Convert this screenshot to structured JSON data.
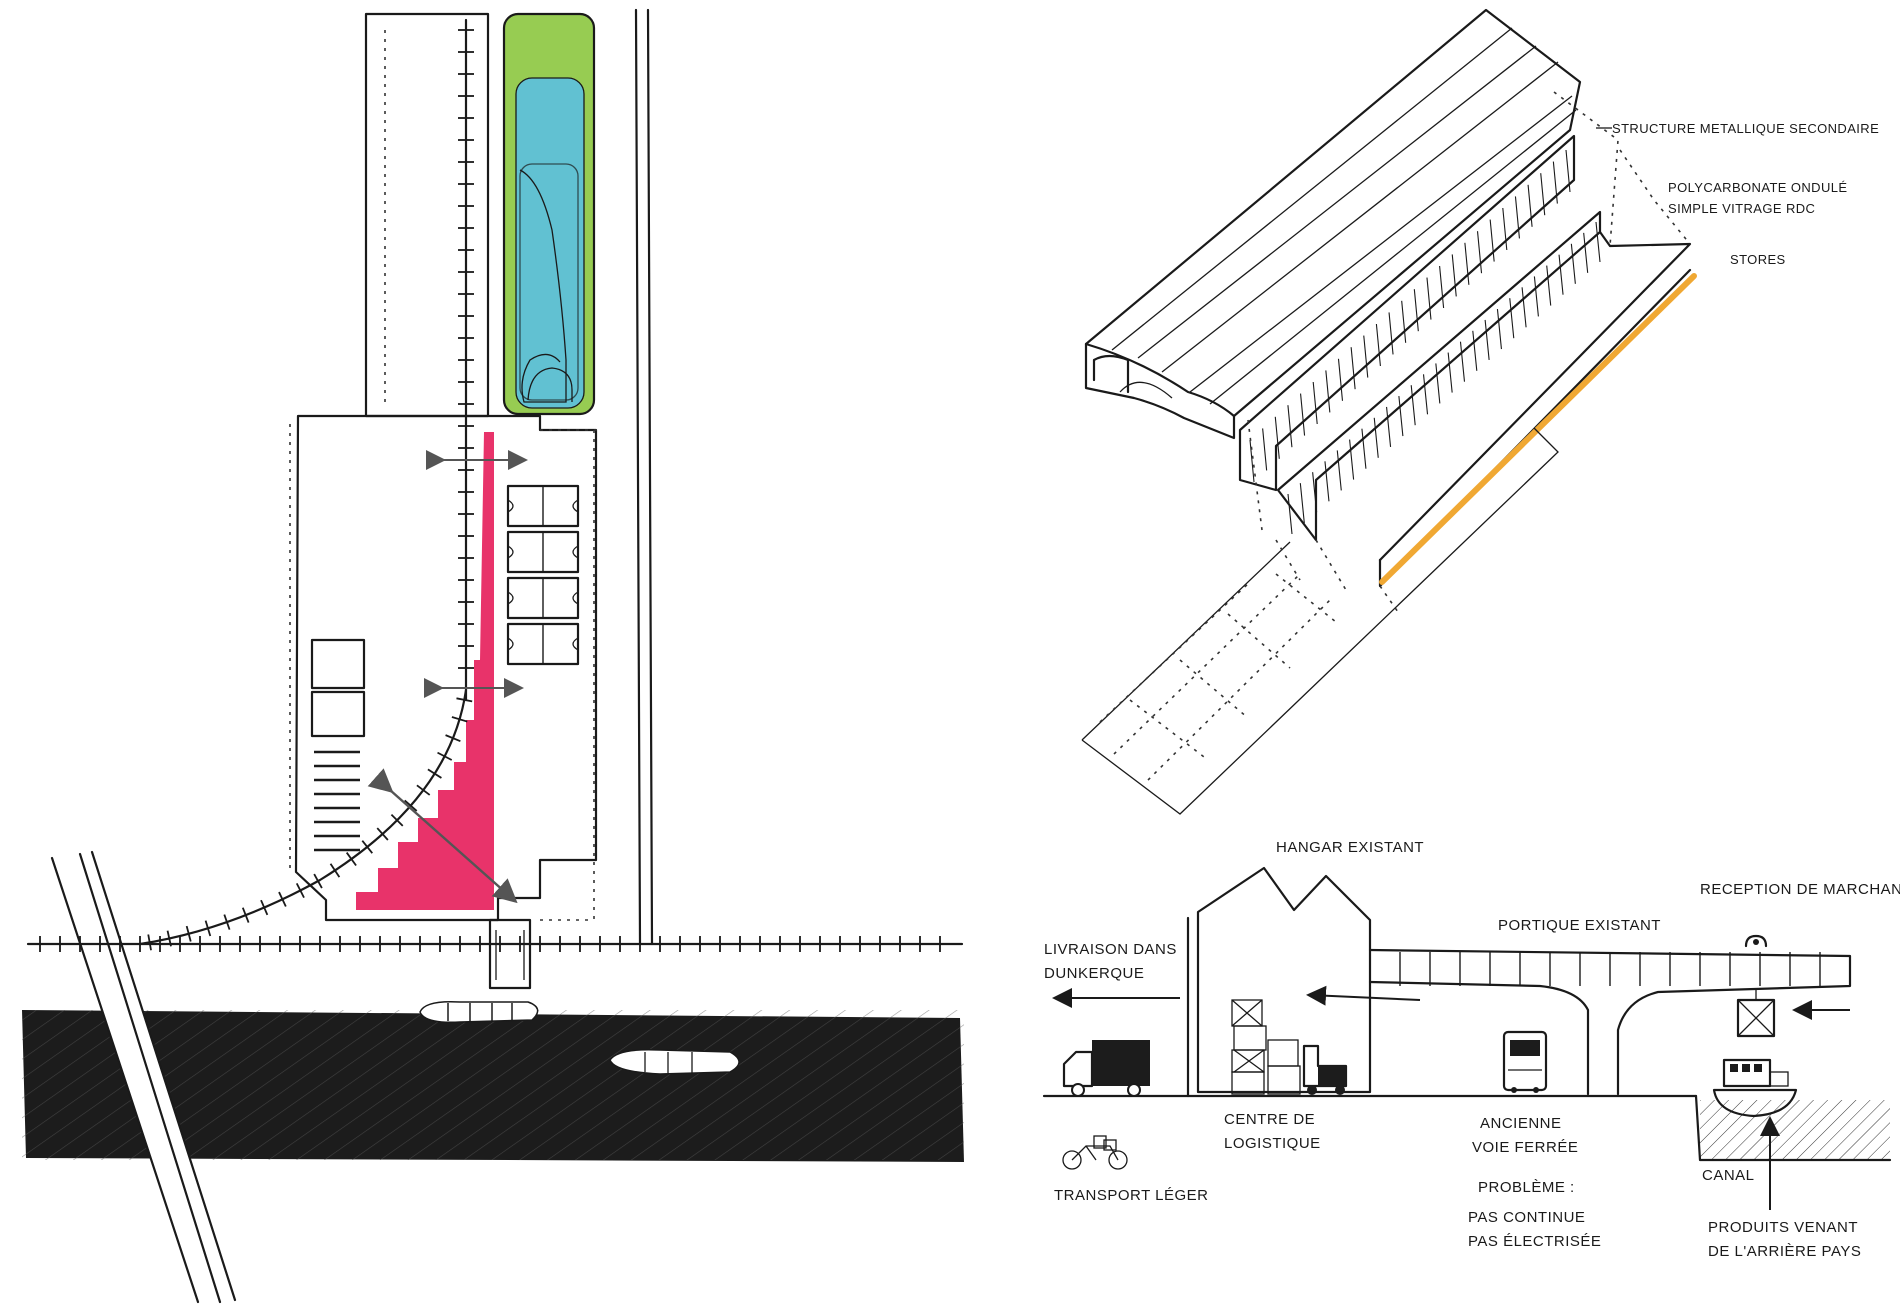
{
  "labels": {
    "structure": "STRUCTURE METALLIQUE SECONDAIRE",
    "polycarbonate": "POLYCARBONATE ONDULÉ",
    "simple_vitrage": "SIMPLE VITRAGE RDC",
    "stores": "STORES",
    "hangar": "HANGAR EXISTANT",
    "reception": "RECEPTION DE MARCHANDISE",
    "portique": "PORTIQUE EXISTANT",
    "livraison_1": "LIVRAISON DANS",
    "livraison_2": "DUNKERQUE",
    "centre_1": "CENTRE DE",
    "centre_2": "LOGISTIQUE",
    "ancienne_1": "ANCIENNE",
    "ancienne_2": "VOIE FERRÉE",
    "probleme": "PROBLÈME :",
    "pas_continue": "PAS CONTINUE",
    "pas_electrisee": "PAS ÉLECTRISÉE",
    "canal": "CANAL",
    "produits_1": "PRODUITS VENANT",
    "produits_2": "DE L'ARRIÈRE PAYS",
    "transport": "TRANSPORT LÉGER"
  },
  "colors": {
    "ink": "#1a1a1a",
    "green": "#8cc63f",
    "blue": "#5bc0e0",
    "pink": "#e8336a",
    "orange": "#f0a833",
    "water": "#1c1c1c"
  }
}
